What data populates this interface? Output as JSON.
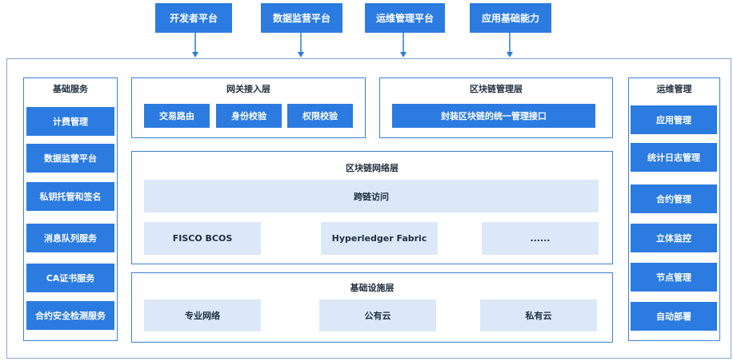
{
  "top_platforms": [
    "开发者平台",
    "数据监营平台",
    "运维管理平台",
    "应用基础能力"
  ],
  "left": {
    "title": "基础服务",
    "items": [
      "计费管理",
      "数据监营平台",
      "私钥托管和签名",
      "消息队列服务",
      "CA证书服务",
      "合约安全检测服务"
    ]
  },
  "right": {
    "title": "运维管理",
    "items": [
      "应用管理",
      "统计日志管理",
      "合约管理",
      "立体监控",
      "节点管理",
      "自动部署"
    ]
  },
  "gateway": {
    "title": "网关接入层",
    "items": [
      "交易路由",
      "身份校验",
      "权限校验"
    ]
  },
  "chain_mgmt": {
    "title": "区块链管理层",
    "item": "封装区块链的统一管理接口"
  },
  "network": {
    "title": "区块链网络层",
    "cross": "跨链访问",
    "chains": [
      "FISCO BCOS",
      "Hyperledger Fabric",
      "......"
    ]
  },
  "infra": {
    "title": "基础设施层",
    "items": [
      "专业网络",
      "公有云",
      "私有云"
    ]
  },
  "colors": {
    "primary": "#2b7be0",
    "light": "#dce8f8",
    "border": "#3b82d8"
  }
}
